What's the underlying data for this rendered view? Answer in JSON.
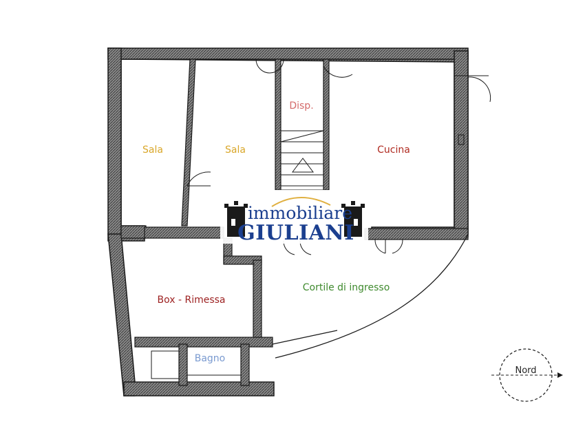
{
  "rooms": {
    "sala_left": "Sala",
    "sala_right": "Sala",
    "disp": "Disp.",
    "cucina": "Cucina",
    "box": "Box - Rimessa",
    "bagno": "Bagno",
    "cortile": "Cortile di ingresso"
  },
  "logo": {
    "line1": "immobiliare",
    "line2": "GIULIANI"
  },
  "compass": {
    "label": "Nord"
  },
  "colors": {
    "sala": "#d9a628",
    "disp": "#d46a6a",
    "cucina": "#b02a20",
    "box": "#9c1f1f",
    "bagno": "#7a9ad0",
    "cortile": "#3f8a2e",
    "logo": "#1b3f8f",
    "wall": "#1a1a1a"
  }
}
